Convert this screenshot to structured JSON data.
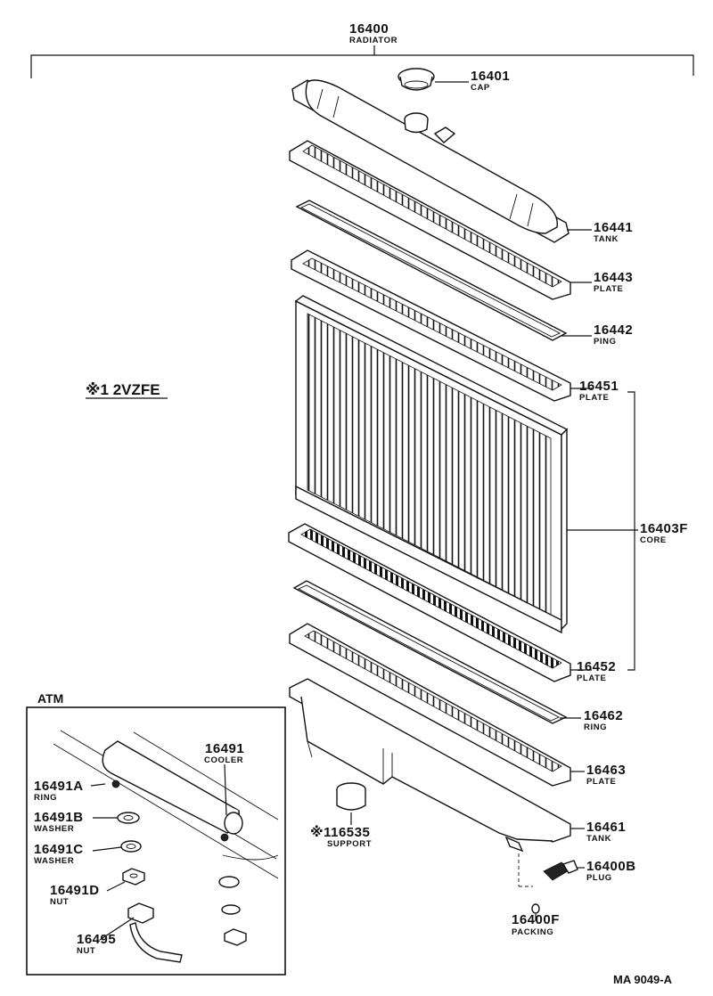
{
  "top_assembly": {
    "number": "16400",
    "name": "RADIATOR"
  },
  "engine_note": "※1 2VZFE",
  "atm_label": "ATM",
  "footer_code": "MA 9049-A",
  "parts": [
    {
      "number": "16401",
      "name": "CAP"
    },
    {
      "number": "16441",
      "name": "TANK"
    },
    {
      "number": "16443",
      "name": "PLATE"
    },
    {
      "number": "16442",
      "name": "PING"
    },
    {
      "number": "16451",
      "name": "PLATE"
    },
    {
      "number": "16403F",
      "name": "CORE"
    },
    {
      "number": "16452",
      "name": "PLATE"
    },
    {
      "number": "16462",
      "name": "RING"
    },
    {
      "number": "16463",
      "name": "PLATE"
    },
    {
      "number": "16461",
      "name": "TANK"
    },
    {
      "number": "16400B",
      "name": "PLUG"
    },
    {
      "number": "16400F",
      "name": "PACKING"
    },
    {
      "number": "※116535",
      "name": "SUPPORT"
    }
  ],
  "atm_parts": [
    {
      "number": "16491",
      "name": "COOLER"
    },
    {
      "number": "16491A",
      "name": "RING"
    },
    {
      "number": "16491B",
      "name": "WASHER"
    },
    {
      "number": "16491C",
      "name": "WASHER"
    },
    {
      "number": "16491D",
      "name": "NUT"
    },
    {
      "number": "16495",
      "name": "NUT"
    }
  ]
}
